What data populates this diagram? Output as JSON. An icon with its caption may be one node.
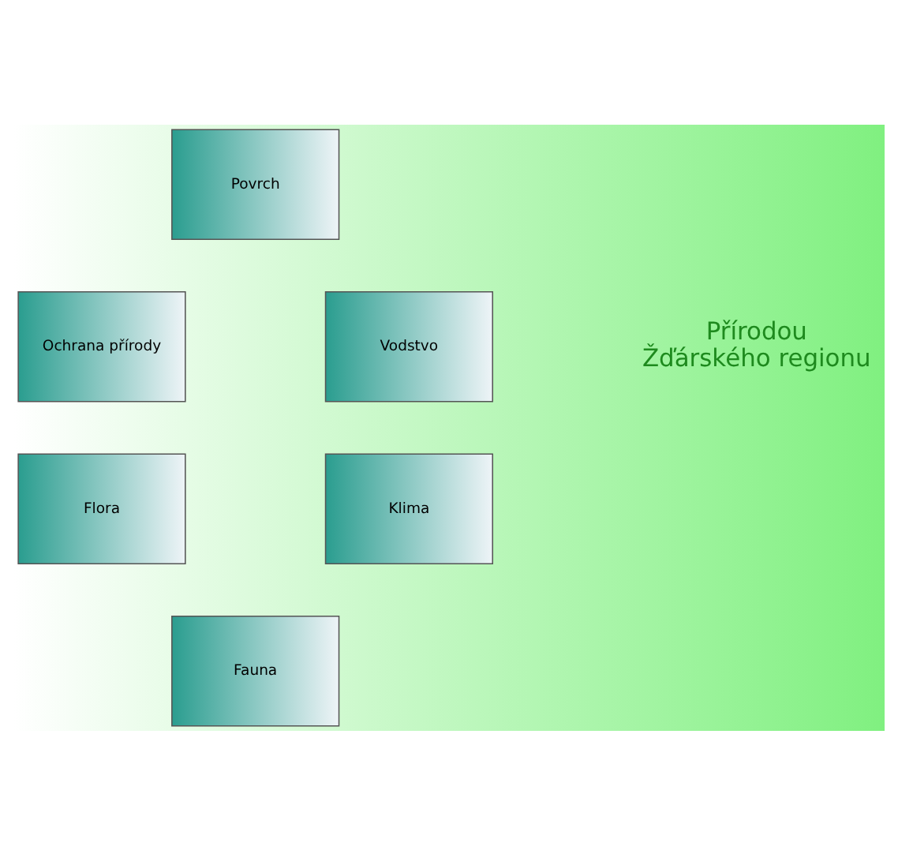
{
  "diagram": {
    "nodes": [
      {
        "text": [
          "Povrch"
        ]
      },
      {
        "text": [
          "Ochrana přírody"
        ]
      },
      {
        "text": [
          "Vodstvo"
        ]
      },
      {
        "text": [
          "Flora"
        ]
      },
      {
        "text": [
          "Klima"
        ]
      },
      {
        "text": [
          "Fauna"
        ]
      }
    ],
    "labels": [
      "Přírodou Žďárského regionu"
    ]
  }
}
